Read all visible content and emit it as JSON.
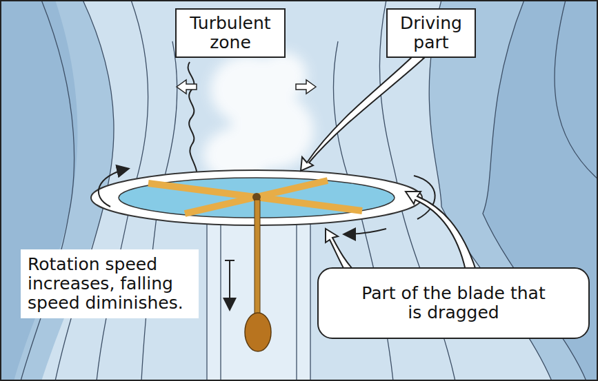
{
  "diagram": {
    "nodes": [
      {
        "text": [
          "Turbulent zone"
        ]
      },
      {
        "text": [
          "Driving part"
        ]
      },
      {
        "text": [
          "Rotation speed increases, falling speed diminishes."
        ]
      },
      {
        "text": [
          "Part of the blade that is dragged"
        ]
      }
    ]
  }
}
